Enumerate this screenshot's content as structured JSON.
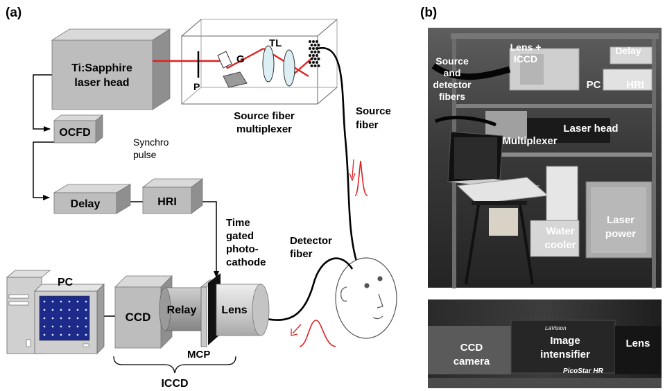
{
  "panel_a": {
    "tag": "(a)",
    "boxes": {
      "laser_line1": "Ti:Sapphire",
      "laser_line2": "laser head",
      "ocfd": "OCFD",
      "delay": "Delay",
      "hri": "HRI",
      "ccd": "CCD",
      "relay": "Relay",
      "lens": "Lens"
    },
    "labels": {
      "p": "P",
      "g": "G",
      "tl": "TL",
      "multiplexer_line1": "Source fiber",
      "multiplexer_line2": "multiplexer",
      "synchro_line1": "Synchro",
      "synchro_line2": "pulse",
      "source_fiber_line1": "Source",
      "source_fiber_line2": "fiber",
      "detector_fiber_line1": "Detector",
      "detector_fiber_line2": "fiber",
      "photocathode_line1": "Time",
      "photocathode_line2": "gated",
      "photocathode_line3": "photo-",
      "photocathode_line4": "cathode",
      "pc": "PC",
      "mcp": "MCP",
      "iccd": "ICCD"
    }
  },
  "panel_b": {
    "tag": "(b)",
    "top_photo_labels": {
      "source_det_line1": "Source",
      "source_det_line2": "and",
      "source_det_line3": "detector",
      "source_det_line4": "fibers",
      "lens_iccd_line1": "Lens +",
      "lens_iccd_line2": "ICCD",
      "delay": "Delay",
      "pc": "PC",
      "hri": "HRI",
      "laser_head": "Laser head",
      "multiplexer": "Multiplexer",
      "water_line1": "Water",
      "water_line2": "cooler",
      "laser_power_line1": "Laser",
      "laser_power_line2": "power"
    },
    "bottom_photo_labels": {
      "ccd_line1": "CCD",
      "ccd_line2": "camera",
      "intensifier_line1": "Image",
      "intensifier_line2": "intensifier",
      "lens": "Lens",
      "brand": "LaVision",
      "product": "PicoStar HR"
    }
  },
  "colors": {
    "box_front": "#bdbdbd",
    "box_top": "#d9d9d9",
    "box_side": "#8f8f8f",
    "laser_beam": "#e02020",
    "pulse": "#e02020",
    "screen": "#1c2a8a"
  }
}
